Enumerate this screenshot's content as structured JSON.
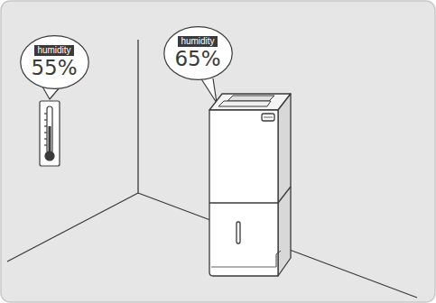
{
  "diagram": {
    "nodes": [
      {
        "text": [
          "humidity",
          "55%"
        ]
      },
      {
        "text": [
          "humidity",
          "65%"
        ]
      }
    ]
  }
}
